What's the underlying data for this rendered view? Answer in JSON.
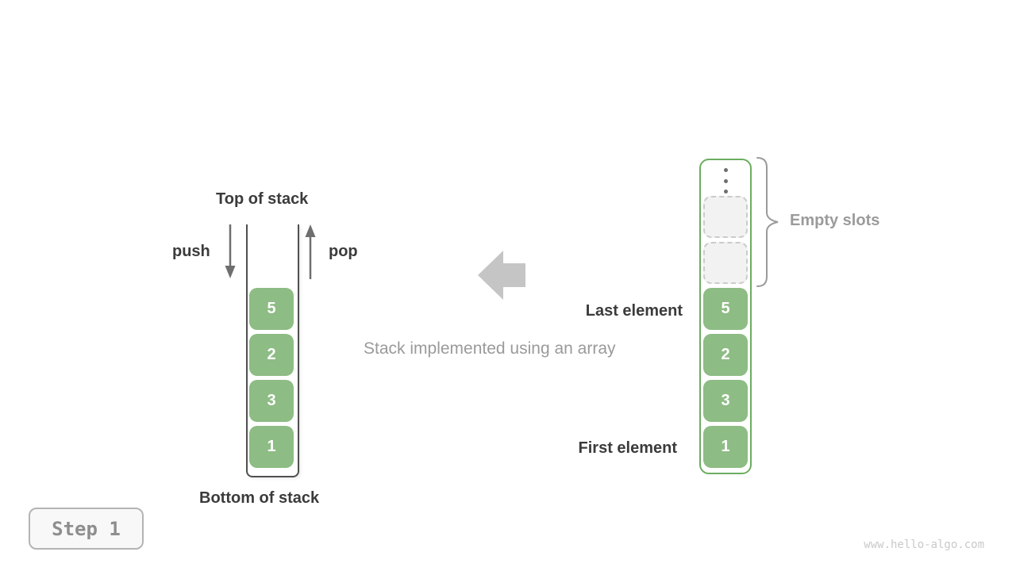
{
  "left_stack": {
    "top_label": "Top of stack",
    "bottom_label": "Bottom of stack",
    "push_label": "push",
    "pop_label": "pop",
    "values": [
      "5",
      "2",
      "3",
      "1"
    ]
  },
  "middle": {
    "caption": "Stack implemented using an array",
    "arrow_icon": "left-block-arrow"
  },
  "right_array": {
    "ellipsis_icon": "vertical-ellipsis",
    "empty_slots_count": 2,
    "values": [
      "5",
      "2",
      "3",
      "1"
    ],
    "empty_slots_label": "Empty slots",
    "last_element_label": "Last element",
    "first_element_label": "First element"
  },
  "footer": {
    "step_label": "Step 1",
    "watermark": "www.hello-algo.com"
  },
  "colors": {
    "cell_green": "#8dbc84",
    "array_border_green": "#6cad60",
    "stack_wall_gray": "#4f4f4f",
    "dark_text": "#3b3b3b",
    "gray_text": "#9b9b9b",
    "block_arrow_gray": "#c5c5c5",
    "empty_slot_bg": "#f2f2f2",
    "empty_slot_border": "#cbcbcb"
  }
}
